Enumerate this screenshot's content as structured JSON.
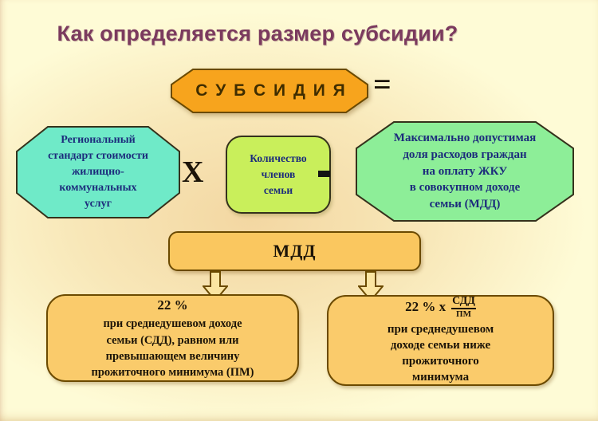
{
  "title": "Как определяется размер субсидии?",
  "subsidy": {
    "label": "С У Б С И Д И Я"
  },
  "operators": {
    "equals": "=",
    "multiply": "X",
    "minus": "-"
  },
  "regional_standard": {
    "lines": [
      "Региональный",
      "стандарт стоимости",
      "жилищно-",
      "коммунальных",
      "услуг"
    ]
  },
  "family_members": {
    "lines": [
      "Количество",
      "членов",
      "семьи"
    ]
  },
  "max_share": {
    "lines": [
      "Максимально допустимая",
      "доля расходов граждан",
      "на оплату ЖКУ",
      "в совокупном доходе",
      "семьи (МДД)"
    ]
  },
  "mdd": {
    "label": "МДД"
  },
  "case_equal_or_above": {
    "percent": "22 %",
    "lines": [
      "при среднедушевом доходе",
      "семьи (СДД), равном или",
      "превышающем величину",
      "прожиточного минимума (ПМ)"
    ]
  },
  "case_below": {
    "prefix": "22 % х",
    "numerator": "СДД",
    "denominator": "ПМ",
    "lines": [
      "при среднедушевом",
      "доходе семьи ниже",
      "прожиточного",
      "минимума"
    ]
  },
  "colors": {
    "background-outer": "#FEFBD6",
    "background-mid": "#F8E7B8",
    "background-center": "#F3D7A2",
    "title-text": "#7B3A5E",
    "teal-fill": "#6FEAC8",
    "green-fill": "#8DEE98",
    "lime-fill": "#C9EF5B",
    "orange-fill": "#F7A41D",
    "amber-fill": "#FAC75F",
    "amber-light-fill": "#FACB6B",
    "arrow-fill": "#FBE5A2",
    "navy-text": "#1C2C7C",
    "dark-text": "#1C1408",
    "brown-border": "#6B4A00",
    "dark-border": "#35321C",
    "subsidy-text": "#3F2D00"
  }
}
